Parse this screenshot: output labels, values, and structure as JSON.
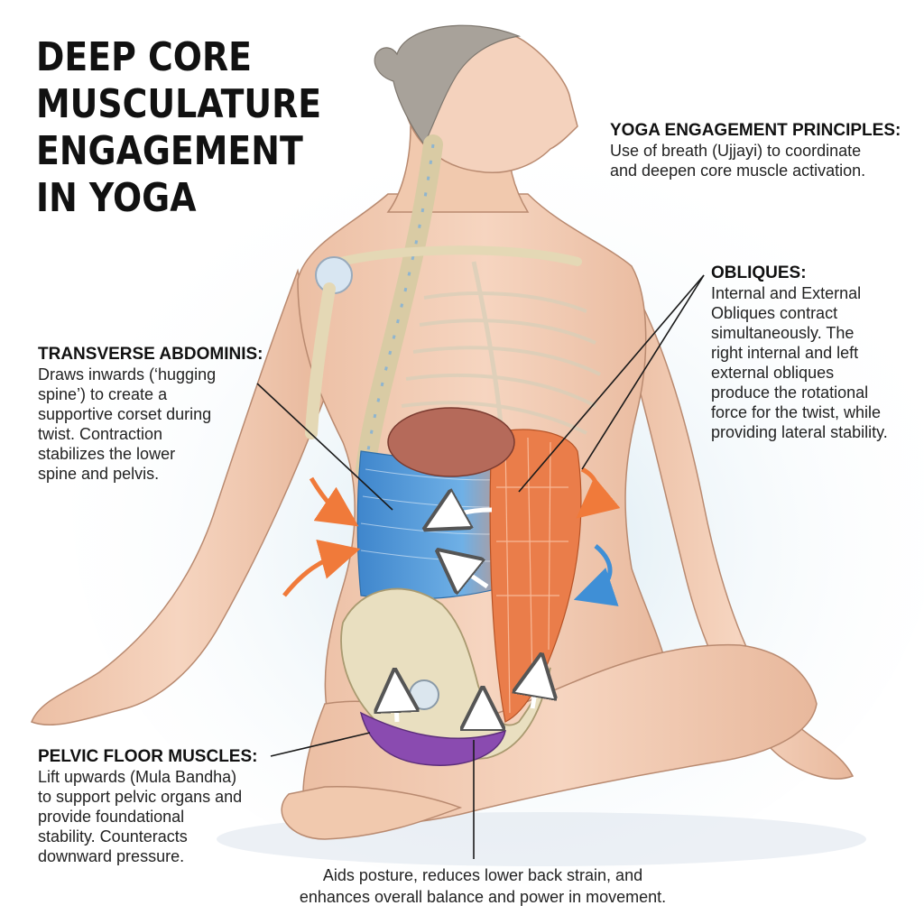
{
  "title": {
    "lines": [
      "DEEP CORE",
      "MUSCULATURE",
      "ENGAGEMENT",
      "IN YOGA"
    ]
  },
  "principles": {
    "heading": "YOGA ENGAGEMENT PRINCIPLES:",
    "lines": [
      "Use of breath (Ujjayi) to coordinate",
      "and deepen core muscle activation."
    ]
  },
  "obliques": {
    "heading": "OBLIQUES:",
    "lines": [
      "Internal and External",
      "Obliques contract",
      "simultaneously. The",
      "right internal and left",
      "external obliques",
      "produce the rotational",
      "force for the twist, while",
      "providing lateral stability."
    ]
  },
  "transverse": {
    "heading": "TRANSVERSE ABDOMINIS:",
    "lines": [
      "Draws inwards (‘hugging",
      "spine’) to create a",
      "supportive corset during",
      "twist. Contraction",
      "stabilizes the lower",
      "spine and pelvis."
    ]
  },
  "pelvic": {
    "heading": "PELVIC FLOOR MUSCLES:",
    "lines": [
      "Lift upwards (Mula Bandha)",
      "to support pelvic organs and",
      "provide foundational",
      "stability. Counteracts",
      "downward pressure."
    ]
  },
  "footer": {
    "lines": [
      "Aids posture, reduces lower back strain, and",
      "enhances overall balance and power in movement."
    ]
  },
  "colors": {
    "skin": "#f3cdb4",
    "skin_shadow": "#e2a98c",
    "transverse": "#4a8fd1",
    "oblique": "#ea7d4a",
    "pelvic_floor": "#8a4bb0",
    "bone": "#e9dfc0",
    "liver": "#b56a5a",
    "arrow_orange": "#f07a3a",
    "arrow_blue": "#3f8fd6"
  }
}
